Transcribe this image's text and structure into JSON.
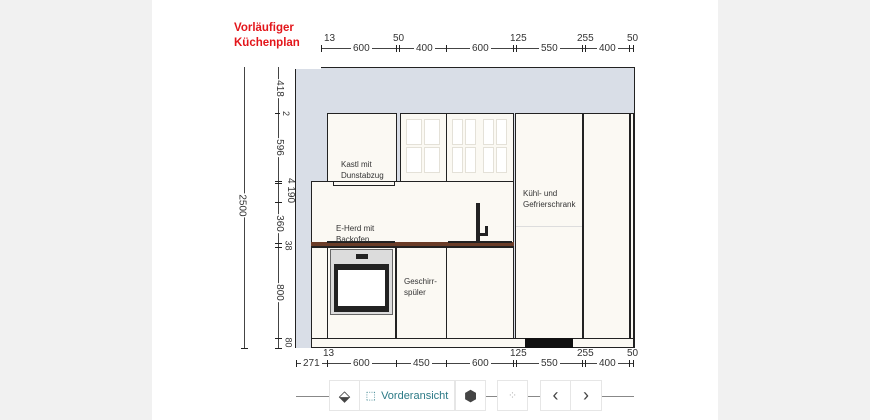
{
  "title": {
    "line1": "Vorläufiger",
    "line2": "Küchenplan"
  },
  "top_dims": {
    "top_labels": [
      "13",
      "50",
      "125",
      "255",
      "50"
    ],
    "segments": [
      "600",
      "400",
      "600",
      "550",
      "400"
    ]
  },
  "bottom_dims": {
    "top_labels": [
      "13",
      "125",
      "255",
      "50"
    ],
    "segments": [
      "271",
      "600",
      "450",
      "600",
      "550",
      "400"
    ]
  },
  "left_dims": {
    "total": "2500",
    "segments": [
      "418",
      "2",
      "596",
      "4 190",
      "360",
      "38",
      "800",
      "80"
    ]
  },
  "labels": {
    "hood": "Kastl mit Dunstabzug",
    "stove": "E-Herd mit Backofen",
    "dishwasher": "Geschirr-spüler",
    "fridge": "Kühl- und Gefrierschrank"
  },
  "toolbar": {
    "view_label": "Vorderansicht",
    "prev": "‹",
    "next": "›"
  },
  "colors": {
    "title": "#e3161b",
    "accent": "#2c7a86",
    "wall": "#d9dee7",
    "countertop": "#6b3d28"
  }
}
